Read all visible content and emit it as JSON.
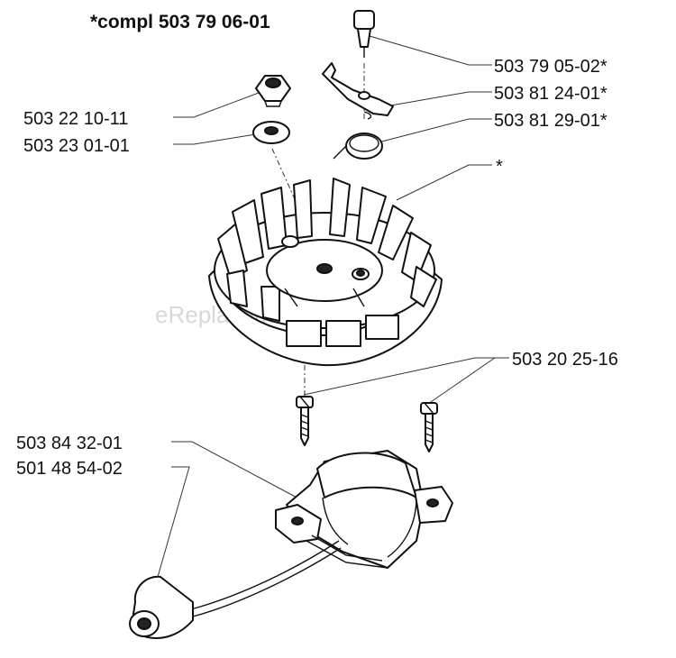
{
  "title": "*compl 503 79 06-01",
  "watermark": "eReplacementParts.com",
  "labels": {
    "pin": "503 79 05-02*",
    "pawl": "503 81 24-01*",
    "spring": "503 81 29-01*",
    "flywheel": "*",
    "nut": "503 22 10-11",
    "washer": "503 23 01-01",
    "screws": "503 20 25-16",
    "ignition_module": "503 84 32-01",
    "spark_plug_cap": "501 48 54-02"
  }
}
